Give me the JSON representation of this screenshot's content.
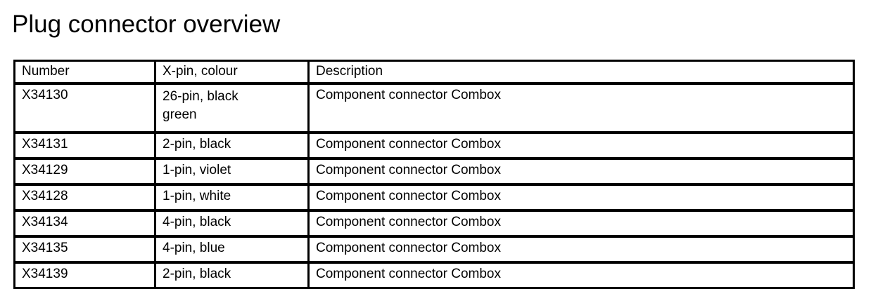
{
  "page": {
    "title": "Plug connector overview",
    "background_color": "#ffffff",
    "text_color": "#000000",
    "border_color": "#000000"
  },
  "table": {
    "headers": {
      "number": "Number",
      "xpin_colour": "X-pin, colour",
      "description": "Description"
    },
    "rows": [
      {
        "number": "X34130",
        "xpin_colour_line1": "26-pin, black",
        "xpin_colour_line2": "green",
        "description": "Component connector Combox"
      },
      {
        "number": "X34131",
        "xpin_colour_line1": "2-pin, black",
        "xpin_colour_line2": "",
        "description": "Component connector Combox"
      },
      {
        "number": "X34129",
        "xpin_colour_line1": "1-pin, violet",
        "xpin_colour_line2": "",
        "description": "Component connector Combox"
      },
      {
        "number": "X34128",
        "xpin_colour_line1": "1-pin, white",
        "xpin_colour_line2": "",
        "description": "Component connector Combox"
      },
      {
        "number": "X34134",
        "xpin_colour_line1": "4-pin, black",
        "xpin_colour_line2": "",
        "description": "Component connector Combox"
      },
      {
        "number": "X34135",
        "xpin_colour_line1": "4-pin, blue",
        "xpin_colour_line2": "",
        "description": "Component connector Combox"
      },
      {
        "number": "X34139",
        "xpin_colour_line1": "2-pin, black",
        "xpin_colour_line2": "",
        "description": "Component connector Combox"
      }
    ]
  }
}
